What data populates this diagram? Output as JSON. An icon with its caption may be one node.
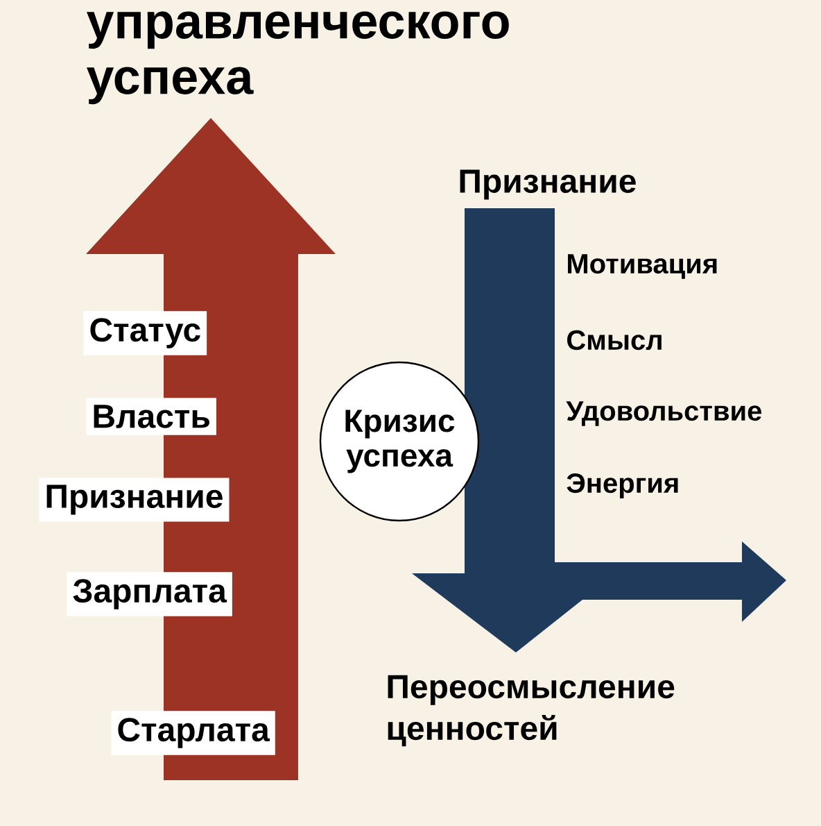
{
  "diagram": {
    "title": "управленческого успеха",
    "nodes": [
      {
        "text": [
          "Кризис успеха"
        ]
      }
    ],
    "labels": [
      "Статус",
      "Власть",
      "Признание",
      "Зарплата",
      "Старлата",
      "Признание",
      "Мотивация",
      "Смысл",
      "Удовольствие",
      "Энергия",
      "Переосмысление ценностей"
    ]
  }
}
